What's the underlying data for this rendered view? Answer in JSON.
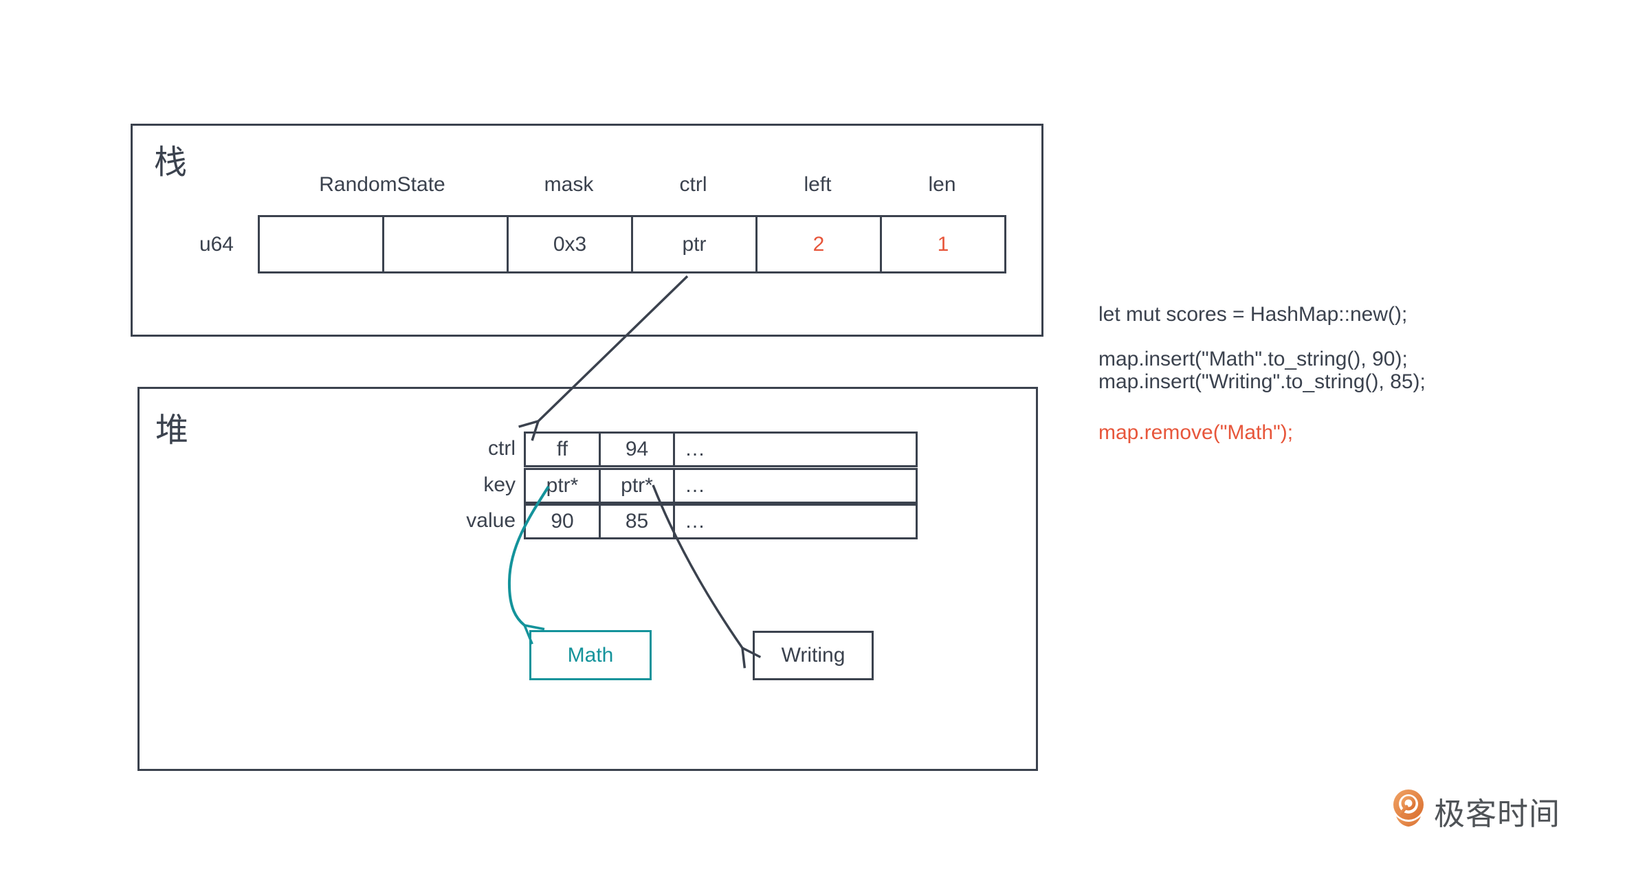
{
  "colors": {
    "dark": "#3B424E",
    "red": "#E7563B",
    "teal": "#14939B",
    "logo_orange_light": "#F0A264",
    "logo_orange_dark": "#D96E2F",
    "logo_text": "#4F5357"
  },
  "stack": {
    "label": "栈",
    "row_label": "u64",
    "headers": [
      "RandomState",
      "mask",
      "ctrl",
      "left",
      "len"
    ],
    "cells": [
      {
        "text": "",
        "red": false
      },
      {
        "text": "",
        "red": false
      },
      {
        "text": "0x3",
        "red": false
      },
      {
        "text": "ptr",
        "red": false
      },
      {
        "text": "2",
        "red": true
      },
      {
        "text": "1",
        "red": true
      }
    ]
  },
  "heap": {
    "label": "堆",
    "rows": [
      {
        "label": "ctrl",
        "cells": [
          {
            "text": "ff",
            "red": true
          },
          {
            "text": "94",
            "red": false
          },
          {
            "text": "…",
            "red": false
          }
        ]
      },
      {
        "label": "key",
        "cells": [
          {
            "text": "ptr*",
            "red": false
          },
          {
            "text": "ptr*",
            "red": false
          },
          {
            "text": "…",
            "red": false
          }
        ]
      },
      {
        "label": "value",
        "cells": [
          {
            "text": "90",
            "red": false
          },
          {
            "text": "85",
            "red": false
          },
          {
            "text": "…",
            "red": false
          }
        ]
      }
    ],
    "math_label": "Math",
    "writing_label": "Writing"
  },
  "code": {
    "lines": [
      {
        "text": "let mut scores = HashMap::new();",
        "red": false
      },
      {
        "text": "map.insert(\"Math\".to_string(), 90);",
        "red": false
      },
      {
        "text": "map.insert(\"Writing\".to_string(), 85);",
        "red": false
      },
      {
        "text": "map.remove(\"Math\");",
        "red": true
      }
    ]
  },
  "logo": {
    "text": "极客时间"
  }
}
